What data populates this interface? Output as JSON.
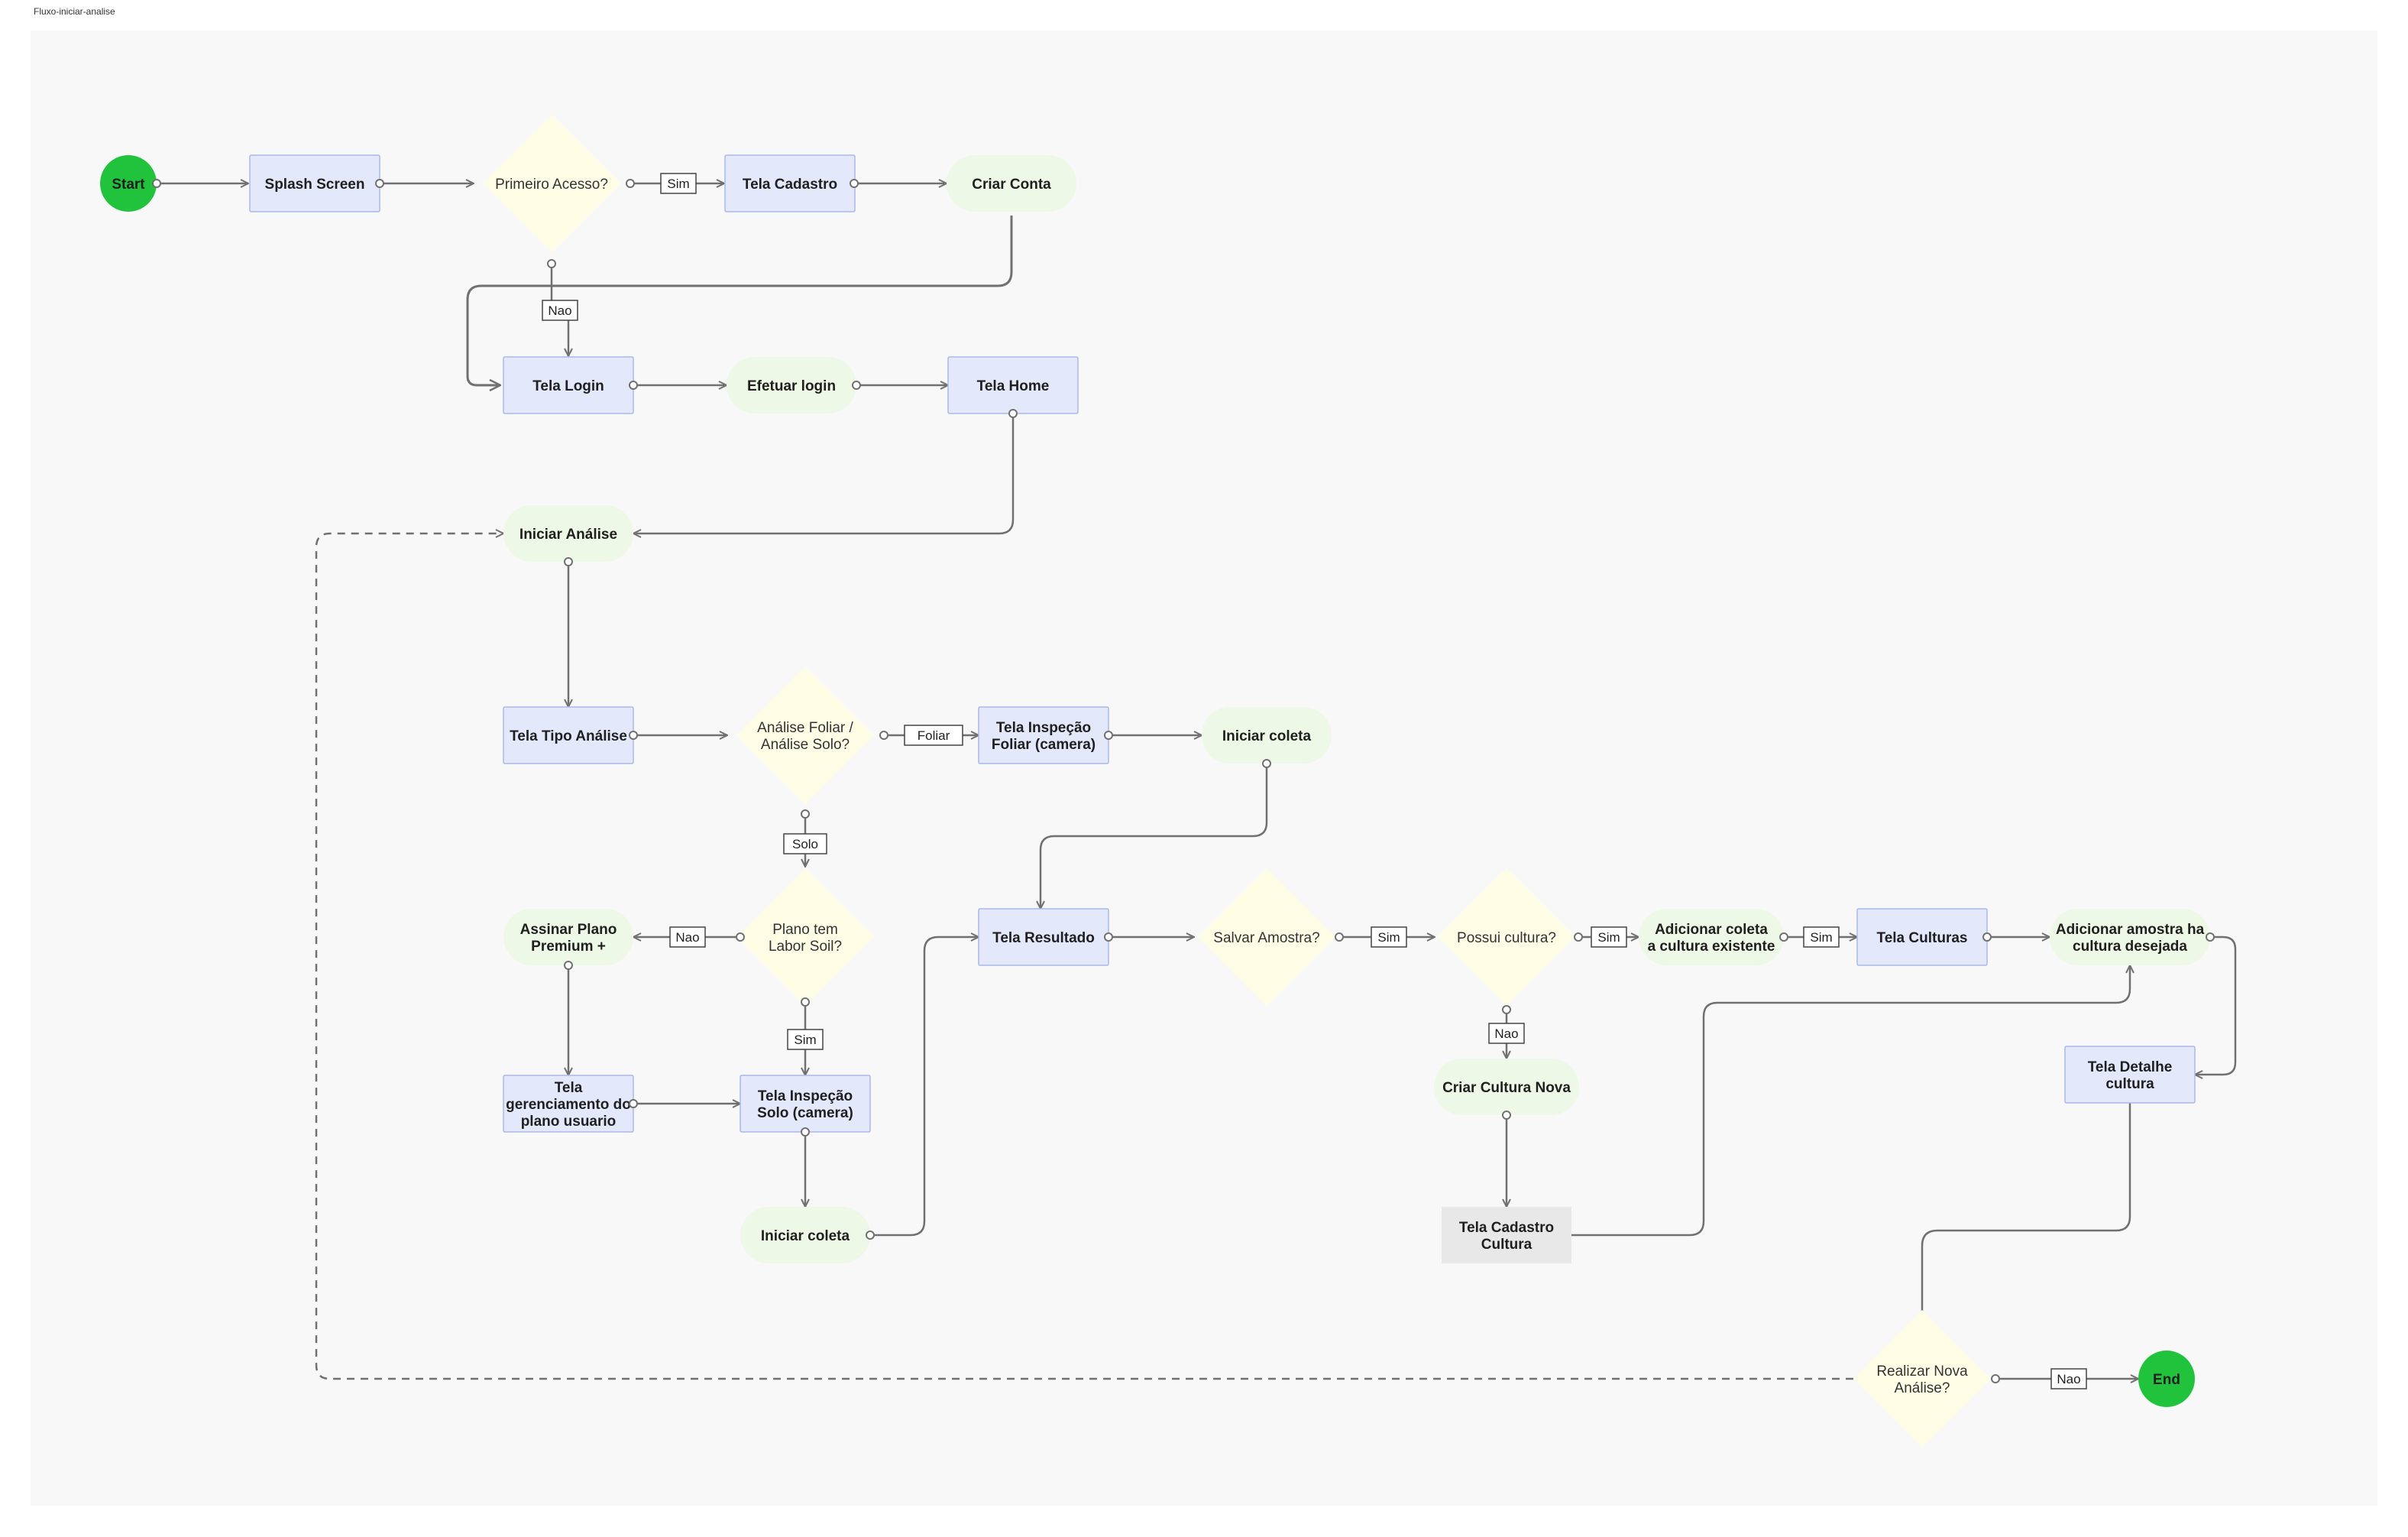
{
  "frame_title": "Fluxo-iniciar-analise",
  "colors": {
    "terminal": "#22c33c",
    "screen_fill": "#e3e9fb",
    "screen_stroke": "#a9b8e8",
    "action_fill": "#eef8e6",
    "decision_fill": "#fdfde6",
    "plain_fill": "#e8e8e8",
    "edge": "#707070"
  },
  "nodes": {
    "start": "Start",
    "splash": "Splash Screen",
    "primeiro_acesso": "Primeiro Acesso?",
    "tela_cadastro": "Tela Cadastro",
    "criar_conta": "Criar Conta",
    "tela_login": "Tela Login",
    "efetuar_login": "Efetuar login",
    "tela_home": "Tela Home",
    "iniciar_analise": "Iniciar Análise",
    "tela_tipo_analise": "Tela Tipo Análise",
    "analise_foliar_solo": [
      "Análise Foliar /",
      "Análise Solo?"
    ],
    "tela_inspecao_foliar": [
      "Tela Inspeção",
      "Foliar (camera)"
    ],
    "iniciar_coleta_1": "Iniciar coleta",
    "assinar_plano": [
      "Assinar Plano",
      "Premium +"
    ],
    "plano_labor": [
      "Plano tem",
      "Labor Soil?"
    ],
    "tela_resultado": "Tela Resultado",
    "salvar_amostra": "Salvar Amostra?",
    "possui_cultura": "Possui cultura?",
    "adicionar_coleta": [
      "Adicionar coleta",
      "a cultura existente"
    ],
    "tela_culturas": "Tela Culturas",
    "adicionar_amostra": [
      "Adicionar amostra ha",
      "cultura desejada"
    ],
    "tela_gerenciamento": [
      "Tela",
      "gerenciamento do",
      "plano usuario"
    ],
    "tela_inspecao_solo": [
      "Tela Inspeção",
      "Solo (camera)"
    ],
    "criar_cultura_nova": "Criar Cultura Nova",
    "tela_detalhe_cultura": [
      "Tela Detalhe",
      "cultura"
    ],
    "iniciar_coleta_2": "Iniciar coleta",
    "tela_cadastro_cultura": [
      "Tela Cadastro",
      "Cultura"
    ],
    "realizar_nova_analise": [
      "Realizar Nova",
      "Análise?"
    ],
    "end": "End"
  },
  "edge_labels": {
    "primeiro_sim": "Sim",
    "primeiro_nao": "Nao",
    "foliar": "Foliar",
    "solo": "Solo",
    "labor_nao": "Nao",
    "labor_sim": "Sim",
    "salvar_sim": "Sim",
    "possui_sim": "Sim",
    "possui_nao": "Nao",
    "adicionar_sim": "Sim",
    "realizar_nao": "Nao"
  }
}
